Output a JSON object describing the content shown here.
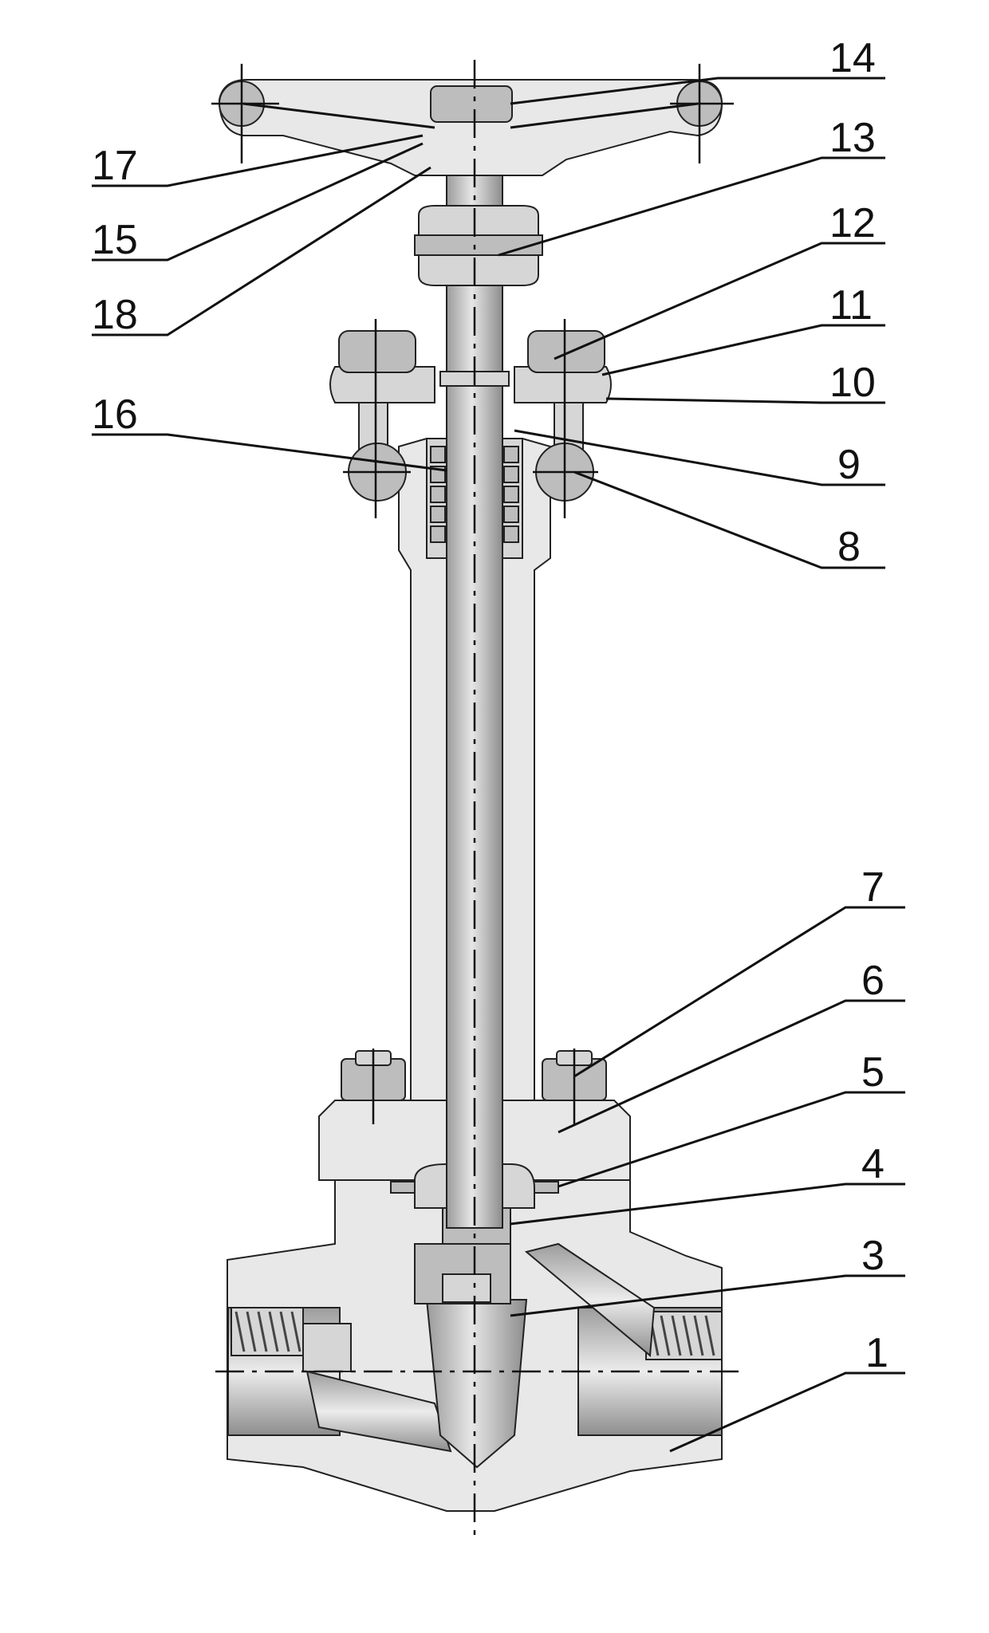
{
  "callouts": [
    {
      "id": "c14",
      "label": "14"
    },
    {
      "id": "c13",
      "label": "13"
    },
    {
      "id": "c12",
      "label": "12"
    },
    {
      "id": "c11",
      "label": "11"
    },
    {
      "id": "c10",
      "label": "10"
    },
    {
      "id": "c9",
      "label": "9"
    },
    {
      "id": "c8",
      "label": "8"
    },
    {
      "id": "c17",
      "label": "17"
    },
    {
      "id": "c15",
      "label": "15"
    },
    {
      "id": "c18",
      "label": "18"
    },
    {
      "id": "c16",
      "label": "16"
    },
    {
      "id": "c7",
      "label": "7"
    },
    {
      "id": "c6",
      "label": "6"
    },
    {
      "id": "c5",
      "label": "5"
    },
    {
      "id": "c4",
      "label": "4"
    },
    {
      "id": "c3",
      "label": "3"
    },
    {
      "id": "c1",
      "label": "1"
    }
  ],
  "colors": {
    "body": "#e8e8e8",
    "part": "#d6d6d6",
    "outline": "#222222",
    "text": "#111111"
  }
}
